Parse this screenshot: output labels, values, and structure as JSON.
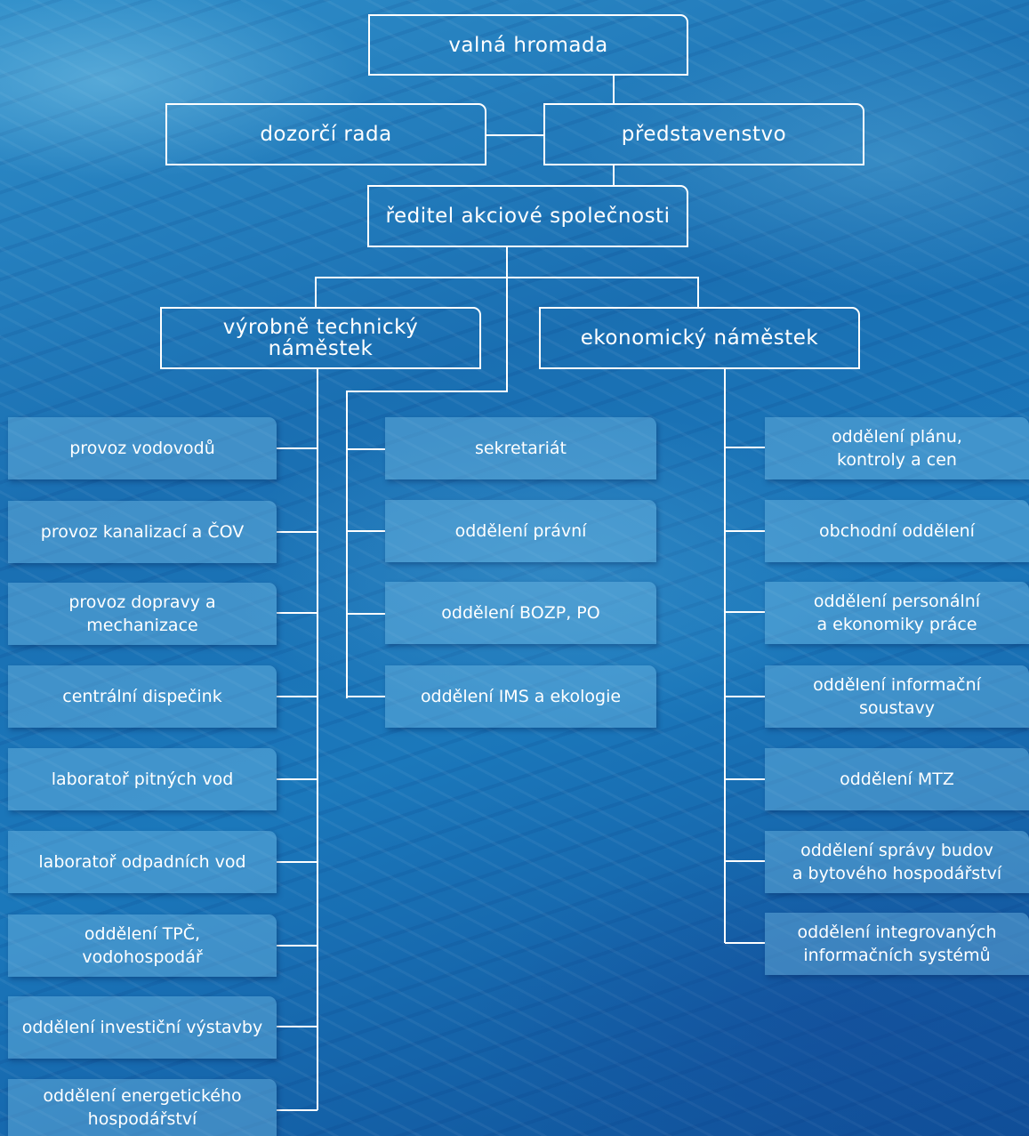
{
  "chart_data": {
    "type": "org-chart",
    "top": {
      "general_meeting": "valná hromada",
      "supervisory_board": "dozorčí rada",
      "board_of_directors": "představenstvo",
      "director": "ředitel akciové společnosti"
    },
    "deputies": {
      "technical": "výrobně technický\nnáměstek",
      "economic": "ekonomický náměstek"
    },
    "technical_units": [
      "provoz vodovodů",
      "provoz kanalizací a ČOV",
      "provoz dopravy a\nmechanizace",
      "centrální dispečink",
      "laboratoř pitných vod",
      "laboratoř odpadních vod",
      "oddělení TPČ,\nvodohospodář",
      "oddělení investiční výstavby",
      "oddělení energetického\nhospodářství"
    ],
    "director_units": [
      "sekretariát",
      "oddělení právní",
      "oddělení BOZP, PO",
      "oddělení IMS a ekologie"
    ],
    "economic_units": [
      "oddělení plánu,\nkontroly a cen",
      "obchodní oddělení",
      "oddělení personální\na ekonomiky práce",
      "oddělení informační\nsoustavy",
      "oddělení MTZ",
      "oddělení správy budov\na bytového hospodářství",
      "oddělení integrovaných\ninformačních systémů"
    ]
  }
}
